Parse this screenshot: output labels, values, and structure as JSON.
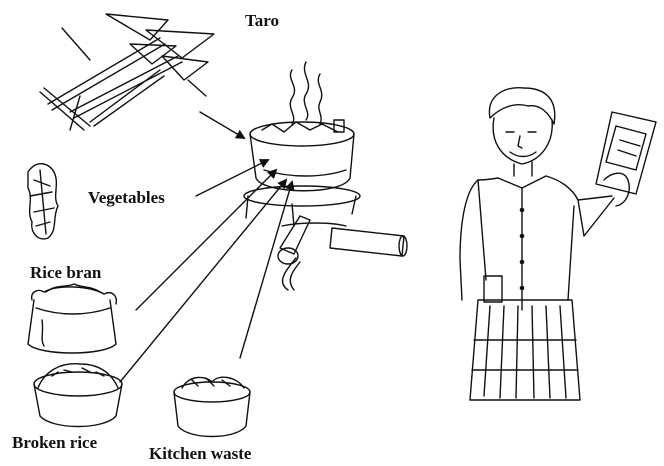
{
  "labels": {
    "taro": "Taro",
    "vegetables": "Vegetables",
    "rice_bran": "Rice bran",
    "broken_rice": "Broken rice",
    "kitchen_waste": "Kitchen waste"
  },
  "colors": {
    "ink": "#111111",
    "paper": "#ffffff"
  }
}
